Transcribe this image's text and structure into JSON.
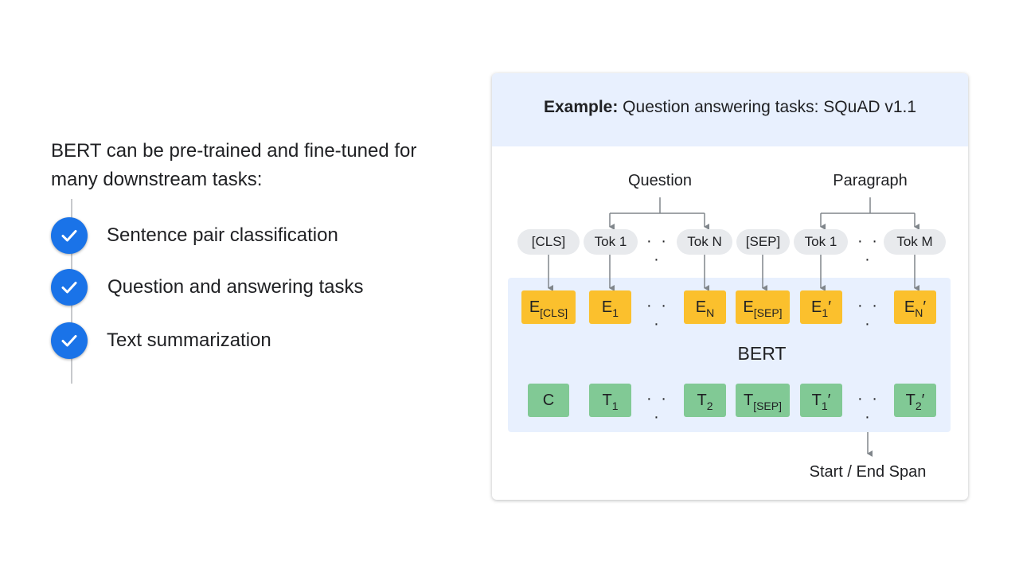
{
  "intro": {
    "text": "BERT can be pre-trained and fine-tuned for many downstream tasks:"
  },
  "bullets": [
    {
      "label": "Sentence pair classification",
      "icon": "check-icon"
    },
    {
      "label": "Question and answering tasks",
      "icon": "check-icon"
    },
    {
      "label": "Text summarization",
      "icon": "check-icon"
    }
  ],
  "card": {
    "title_bold": "Example:",
    "title_rest": " Question answering tasks: SQuAD v1.1",
    "header_color": "#e8f0fe"
  },
  "diagram": {
    "question_label": "Question",
    "paragraph_label": "Paragraph",
    "tokens": [
      "[CLS]",
      "Tok 1",
      "Tok N",
      "[SEP]",
      "Tok 1",
      "Tok M"
    ],
    "ellipsis": "· · ·",
    "embeddings": [
      {
        "base": "E",
        "sub": "[CLS]",
        "prime": ""
      },
      {
        "base": "E",
        "sub": "1",
        "prime": ""
      },
      {
        "base": "E",
        "sub": "N",
        "prime": ""
      },
      {
        "base": "E",
        "sub": "[SEP]",
        "prime": ""
      },
      {
        "base": "E",
        "sub": "1",
        "prime": "′"
      },
      {
        "base": "E",
        "sub": "N",
        "prime": "′"
      }
    ],
    "model_label": "BERT",
    "outputs": [
      {
        "base": "C",
        "sub": "",
        "prime": ""
      },
      {
        "base": "T",
        "sub": "1",
        "prime": ""
      },
      {
        "base": "T",
        "sub": "2",
        "prime": ""
      },
      {
        "base": "T",
        "sub": "[SEP]",
        "prime": ""
      },
      {
        "base": "T",
        "sub": "1",
        "prime": "′"
      },
      {
        "base": "T",
        "sub": "2",
        "prime": "′"
      }
    ],
    "span_label": "Start / End Span",
    "colors": {
      "embedding": "#fbc02d",
      "output": "#81c995",
      "model_box": "#e8f0fe",
      "token_pill": "#e8eaed",
      "check": "#1a73e8"
    }
  }
}
